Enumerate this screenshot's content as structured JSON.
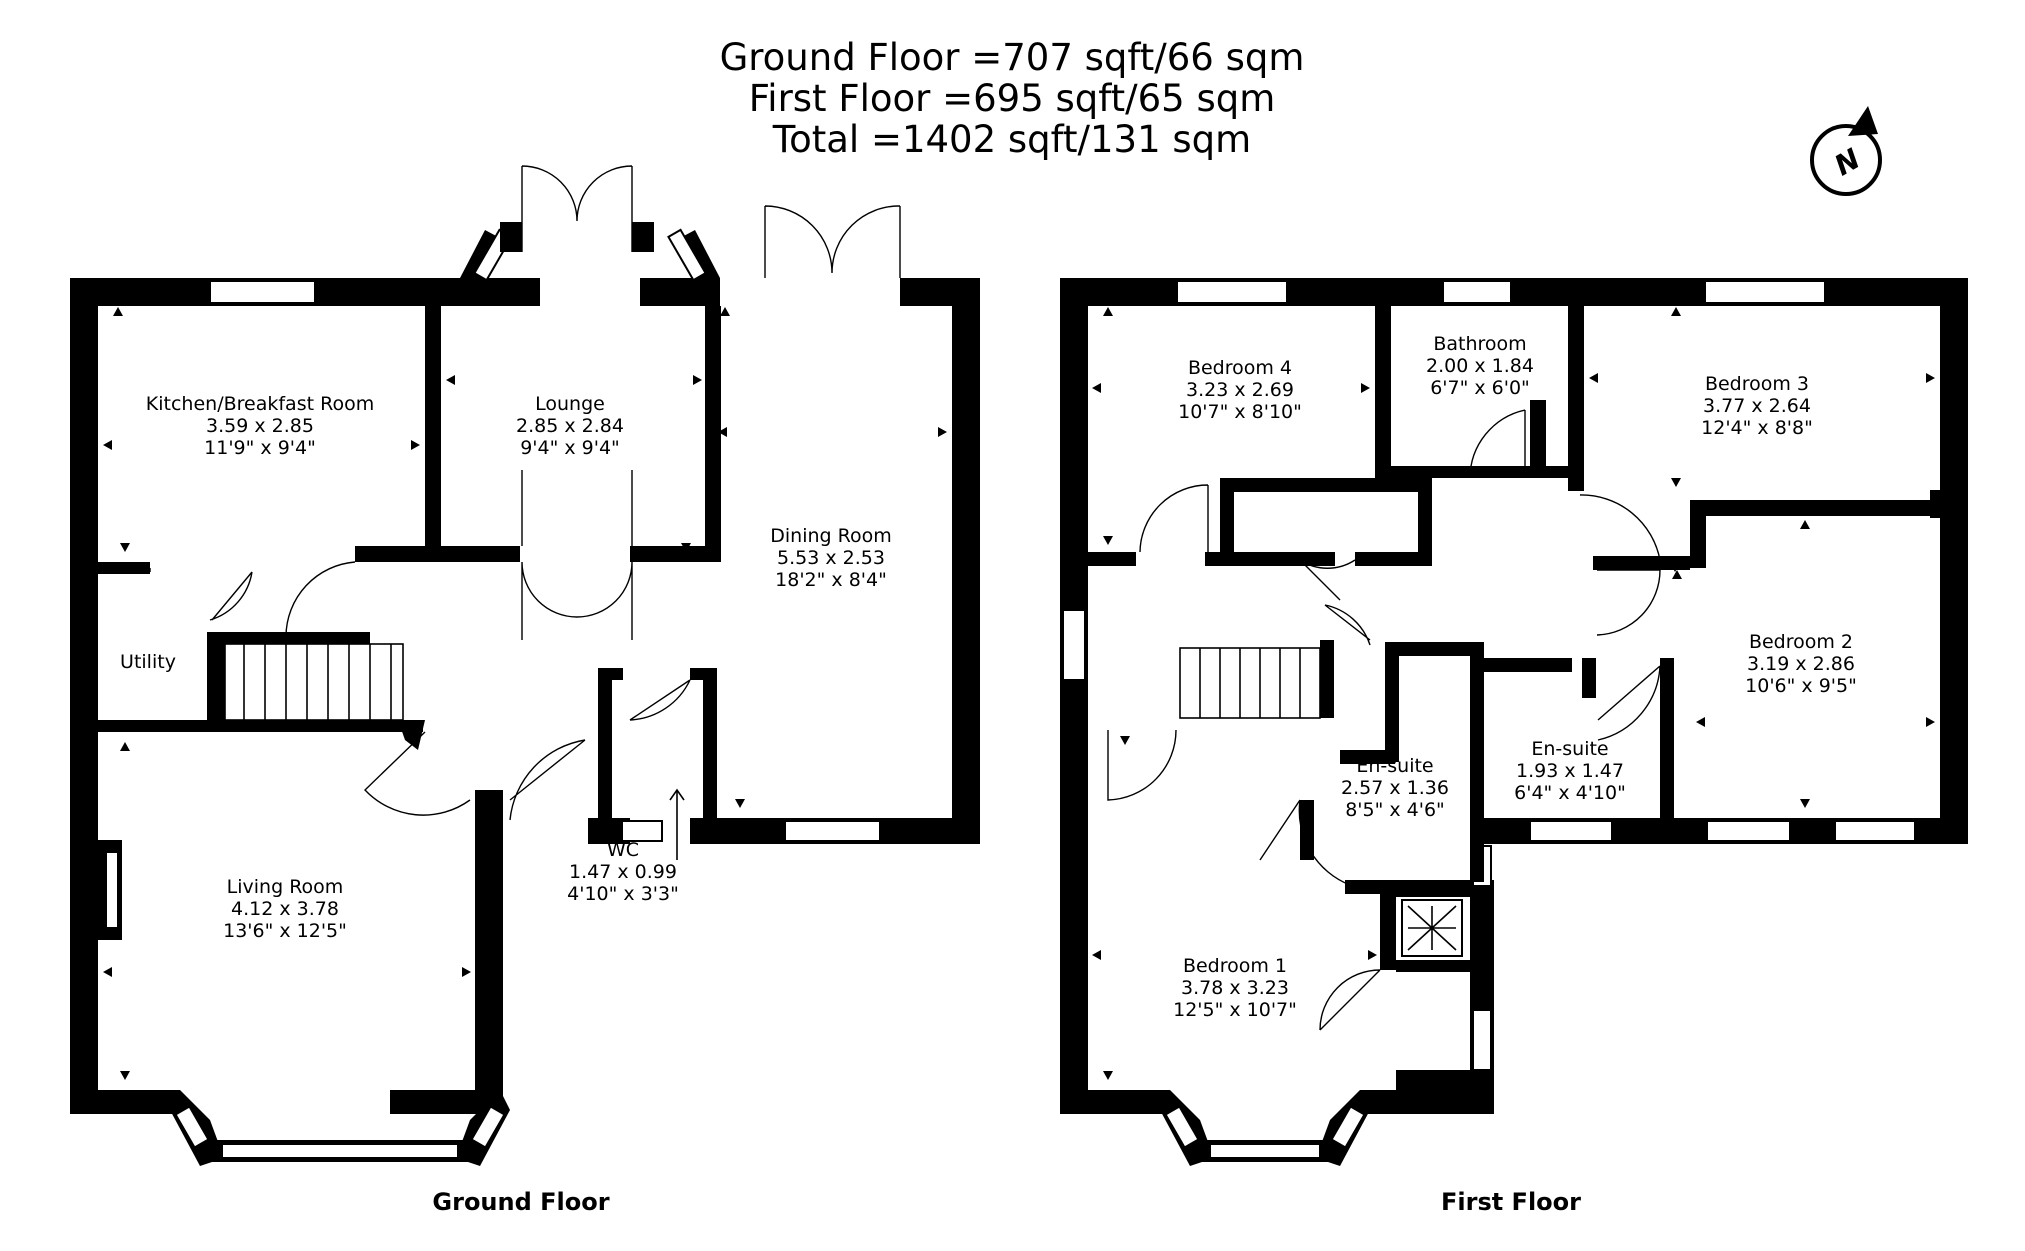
{
  "areas": {
    "ground": "Ground Floor =707 sqft/66 sqm",
    "first": "First Floor =695 sqft/65 sqm",
    "total": "Total =1402 sqft/131 sqm"
  },
  "compass": {
    "label": "N",
    "icon": "north-arrow-icon"
  },
  "floors": {
    "ground": {
      "caption": "Ground Floor",
      "rooms": {
        "kitchen": {
          "name": "Kitchen/Breakfast Room",
          "metric": "3.59 x 2.85",
          "imperial": "11'9\" x 9'4\""
        },
        "lounge": {
          "name": "Lounge",
          "metric": "2.85 x 2.84",
          "imperial": "9'4\" x 9'4\""
        },
        "dining": {
          "name": "Dining Room",
          "metric": "5.53 x 2.53",
          "imperial": "18'2\" x 8'4\""
        },
        "utility": {
          "name": "Utility"
        },
        "living": {
          "name": "Living Room",
          "metric": "4.12 x 3.78",
          "imperial": "13'6\" x 12'5\""
        },
        "wc": {
          "name": "WC",
          "metric": "1.47 x 0.99",
          "imperial": "4'10\" x 3'3\""
        }
      }
    },
    "first": {
      "caption": "First Floor",
      "rooms": {
        "bedroom4": {
          "name": "Bedroom 4",
          "metric": "3.23 x 2.69",
          "imperial": "10'7\" x 8'10\""
        },
        "bathroom": {
          "name": "Bathroom",
          "metric": "2.00 x 1.84",
          "imperial": "6'7\" x 6'0\""
        },
        "bedroom3": {
          "name": "Bedroom 3",
          "metric": "3.77 x 2.64",
          "imperial": "12'4\" x 8'8\""
        },
        "bedroom2": {
          "name": "Bedroom 2",
          "metric": "3.19 x 2.86",
          "imperial": "10'6\" x 9'5\""
        },
        "ensuite1": {
          "name": "En-suite",
          "metric": "2.57 x 1.36",
          "imperial": "8'5\" x 4'6\""
        },
        "ensuite2": {
          "name": "En-suite",
          "metric": "1.93 x 1.47",
          "imperial": "6'4\" x 4'10\""
        },
        "bedroom1": {
          "name": "Bedroom 1",
          "metric": "3.78 x 3.23",
          "imperial": "12'5\" x 10'7\""
        }
      }
    }
  }
}
